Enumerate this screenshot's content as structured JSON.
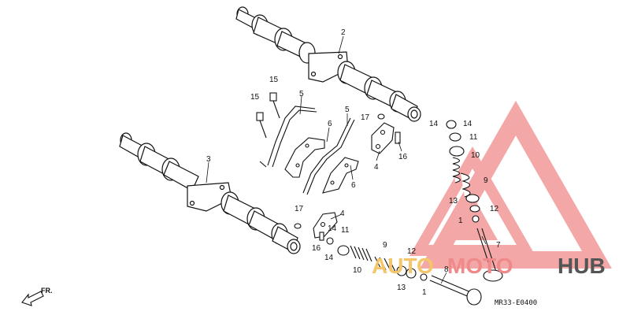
{
  "diagram": {
    "part_labels": [
      "1",
      "1",
      "2",
      "3",
      "4",
      "4",
      "5",
      "5",
      "6",
      "6",
      "7",
      "8",
      "9",
      "9",
      "10",
      "10",
      "11",
      "11",
      "12",
      "12",
      "13",
      "13",
      "14",
      "14",
      "14",
      "15",
      "15",
      "16",
      "16",
      "17",
      "17"
    ],
    "front_marker": "FR.",
    "drawing_code": "MR33-E0400"
  },
  "watermark": {
    "word_part1": "AUTO",
    "word_part2": "MOTO",
    "word_part3": "HUB",
    "color_primary": "#f08a8a",
    "color_accent": "#f5c56a",
    "color_dark": "#555555"
  },
  "colors": {
    "line": "#111111",
    "background": "#ffffff"
  }
}
